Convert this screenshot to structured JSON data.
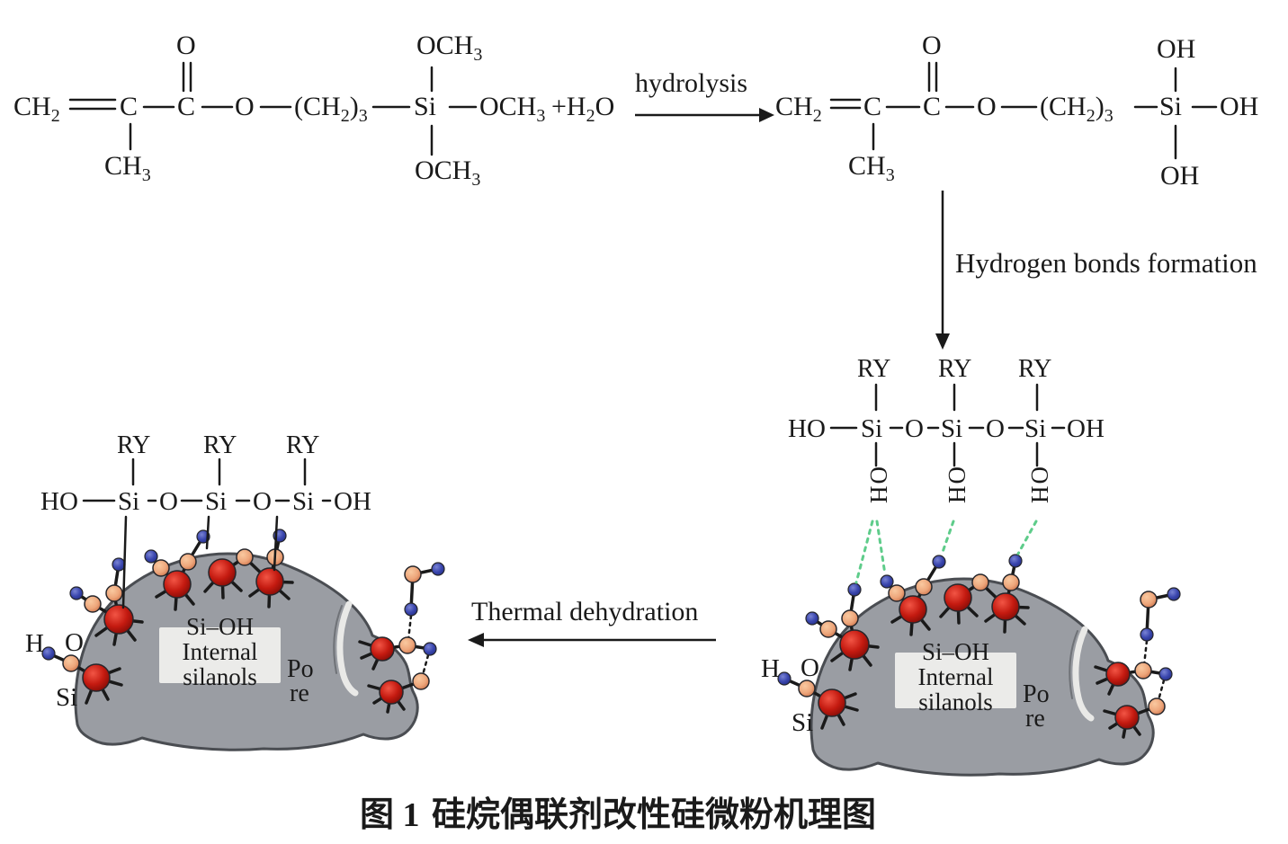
{
  "figure": {
    "caption_prefix": "图 1",
    "caption_text": "硅烷偶联剂改性硅微粉机理图"
  },
  "labels": {
    "hydrolysis": "hydrolysis",
    "hydrogen_bonds": "Hydrogen bonds formation",
    "thermal_dehydration": "Thermal dehydration"
  },
  "tokens": {
    "ch": "CH",
    "c": "C",
    "o": "O",
    "si": "Si",
    "oh": "OH",
    "ho": "HO",
    "och": "OCH",
    "h": "H",
    "ry": "RY",
    "plus_h": "+H",
    "sub2": "2",
    "sub3": "3",
    "paren_open": "(",
    "paren_close": ")"
  },
  "particle": {
    "label_h": "H",
    "label_o": "O",
    "label_si": "Si",
    "box_line1": "Si–OH",
    "box_line2": "Internal",
    "box_line3": "silanols",
    "pore_top": "Po",
    "pore_bottom": "re"
  },
  "colors": {
    "ink": "#1a1a1a",
    "particle_gray": "#9a9da3",
    "particle_outline": "#4a4d52",
    "silicon_red": "#c41a10",
    "oxygen_orange": "#eda57a",
    "hydrogen_blue": "#3a46ae",
    "hbond_green": "#5ecc8a",
    "box_bg": "#ebebe9",
    "background": "#ffffff"
  }
}
